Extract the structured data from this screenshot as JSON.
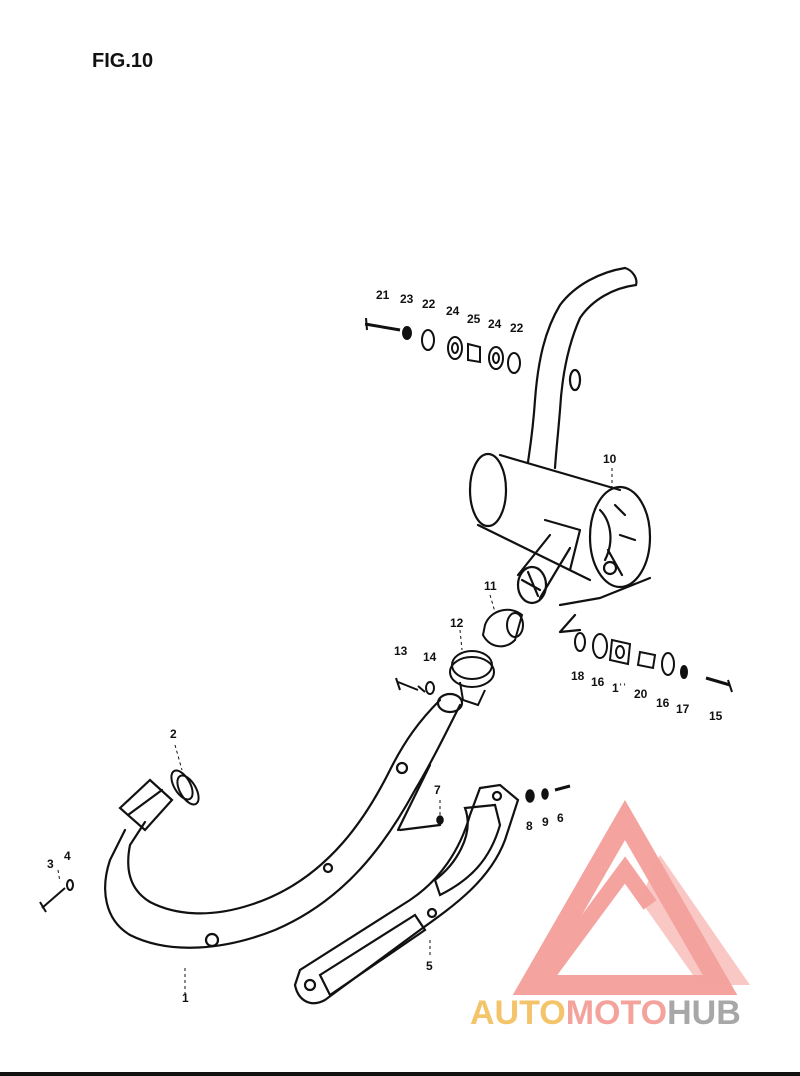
{
  "figure": {
    "title": "FIG.10"
  },
  "labels": {
    "l1": "1",
    "l2": "2",
    "l3": "3",
    "l4": "4",
    "l5": "5",
    "l6": "6",
    "l7": "7",
    "l8": "8",
    "l9": "9",
    "l10": "10",
    "l11": "11",
    "l11b": "1ˈˈ",
    "l12": "12",
    "l13": "13",
    "l14": "14",
    "l15": "15",
    "l16a": "16",
    "l16b": "16",
    "l17": "17",
    "l18": "18",
    "l20": "20",
    "l21": "21",
    "l22a": "22",
    "l22b": "22",
    "l23": "23",
    "l24a": "24",
    "l24b": "24",
    "l25": "25"
  },
  "watermark": {
    "part1": "AUTO",
    "part2": "MOTO",
    "part3": "HUB",
    "colors": {
      "auto": "#f3c469",
      "moto": "#f4a29c",
      "hub": "#a7a7a7",
      "logo": "#f39a94"
    }
  }
}
